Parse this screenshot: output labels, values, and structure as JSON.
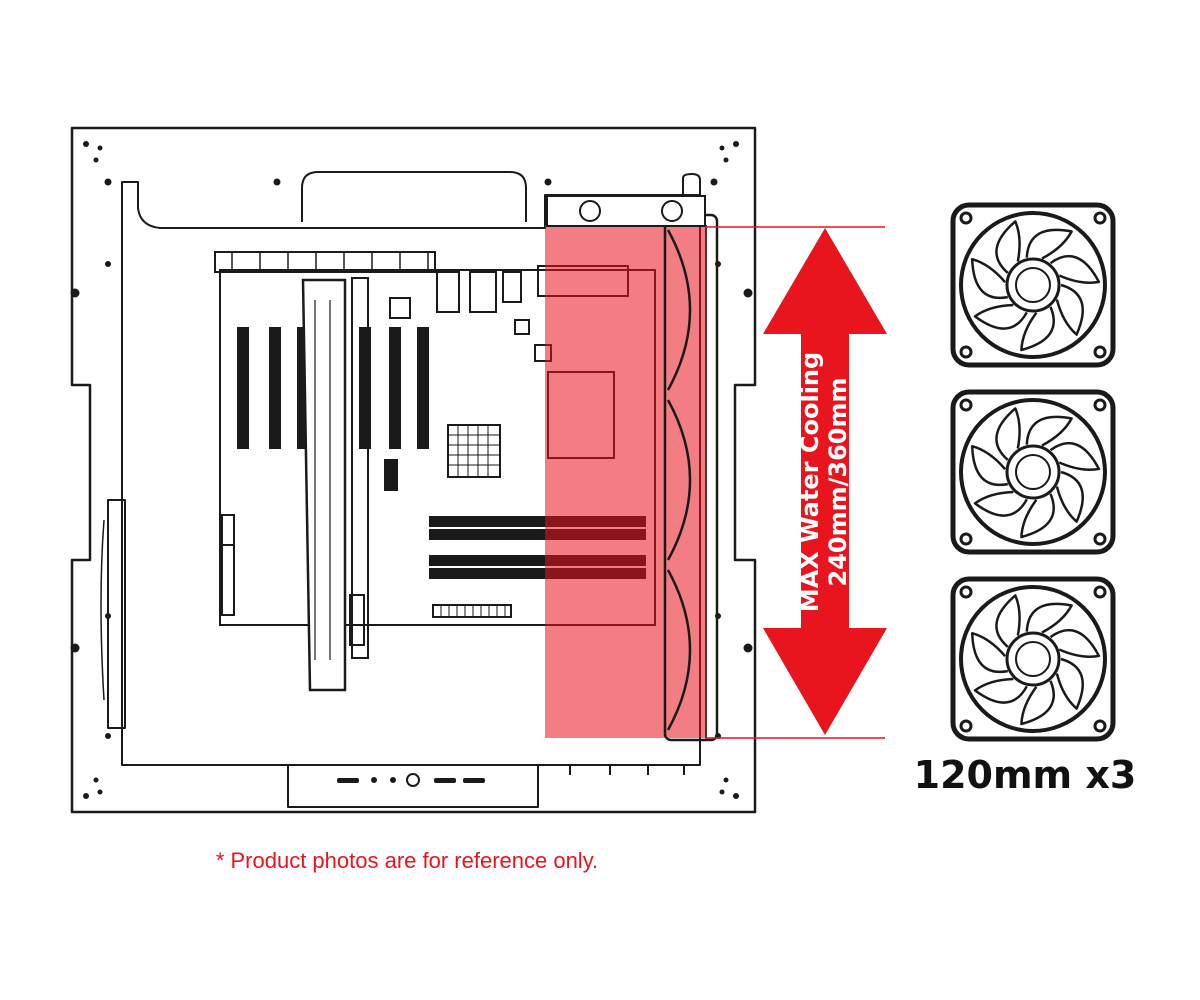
{
  "diagram": {
    "cooling_label_line1": "MAX Water Cooling",
    "cooling_label_line2": "240mm/360mm",
    "fan_caption": "120mm x3",
    "disclaimer": "* Product photos are for reference only.",
    "fan_count": 3,
    "icons": [
      "computer-case-icon",
      "fan-icon"
    ],
    "colors": {
      "accent": "#e8141e",
      "radiator_zone": "#ee6b74",
      "line": "#1a1a1a",
      "background": "#ffffff"
    }
  }
}
